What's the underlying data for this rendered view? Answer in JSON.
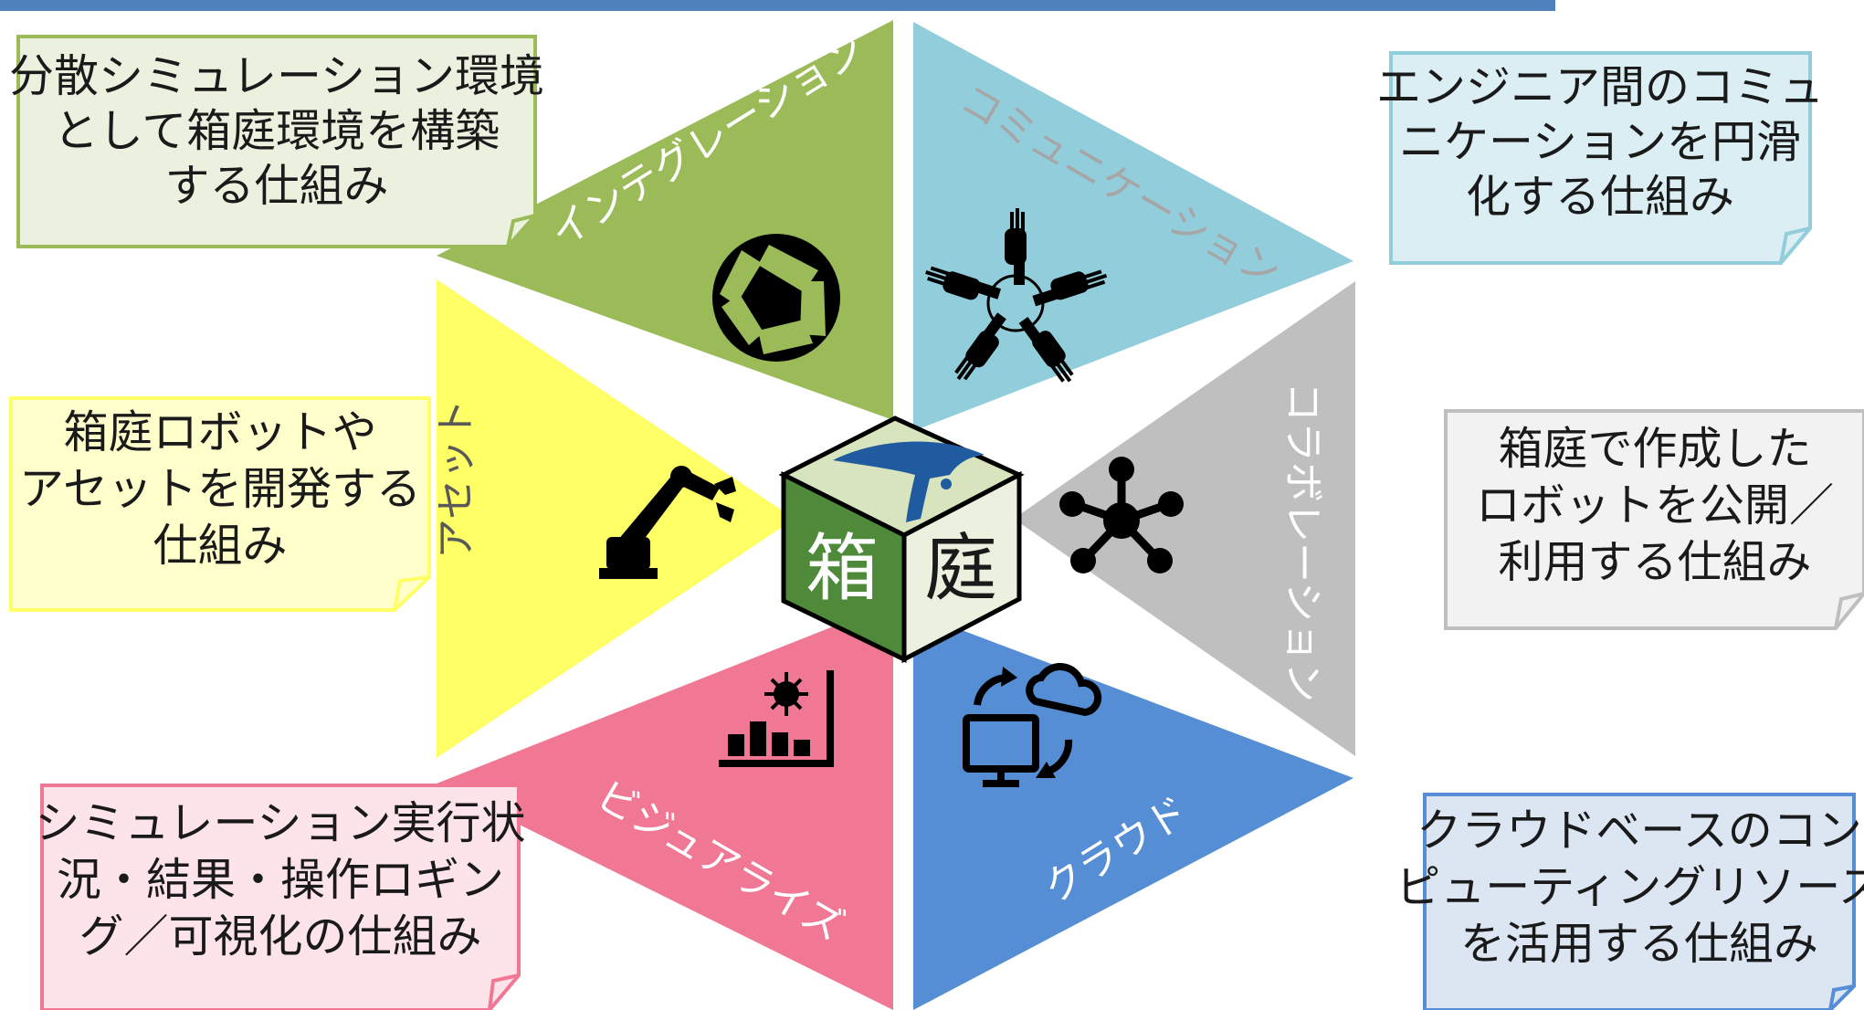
{
  "segments": {
    "integration": {
      "label": "インテグレーション",
      "color": "#9bbb59",
      "text_color": "#ffffff"
    },
    "communication": {
      "label": "コミュニケーション",
      "color": "#92cddc",
      "text_color": "#a6a6a6"
    },
    "collaboration": {
      "label": "コラボレーション",
      "color": "#bfbfbf",
      "text_color": "#ffffff"
    },
    "cloud": {
      "label": "クラウド",
      "color": "#558ed5",
      "text_color": "#ffffff"
    },
    "visualize": {
      "label": "ビジュアライズ",
      "color": "#f07894",
      "text_color": "#ffffff"
    },
    "asset": {
      "label": "アセット",
      "color": "#ffff66",
      "text_color": "#595959"
    }
  },
  "icons": {
    "integration": "camera-shutter-icon",
    "communication": "teamwork-hands-icon",
    "collaboration": "network-hub-icon",
    "cloud": "cloud-sync-computer-icon",
    "visualize": "virus-bar-chart-icon",
    "asset": "robot-arm-icon"
  },
  "center": {
    "char_left": "箱",
    "char_right": "庭",
    "logo": "T-logo"
  },
  "notes": {
    "integration": {
      "lines": [
        "分散シミュレーション環境",
        "として箱庭環境を構築",
        "する仕組み"
      ],
      "bg": "#ebf1de",
      "border": "#9bbb59"
    },
    "communication": {
      "lines": [
        "エンジニア間のコミュ",
        "ニケーションを円滑",
        "化する仕組み"
      ],
      "bg": "#dbeef4",
      "border": "#92cddc"
    },
    "asset": {
      "lines": [
        "箱庭ロボットや",
        "アセットを開発する",
        "仕組み"
      ],
      "bg": "#ffffcc",
      "border": "#ffff66"
    },
    "collaboration": {
      "lines": [
        "箱庭で作成した",
        "ロボットを公開／",
        "利用する仕組み"
      ],
      "bg": "#f2f2f2",
      "border": "#bfbfbf"
    },
    "visualize": {
      "lines": [
        "シミュレーション実行状",
        "況・結果・操作ロギン",
        "グ／可視化の仕組み"
      ],
      "bg": "#fce4ea",
      "border": "#f07894"
    },
    "cloud": {
      "lines": [
        "クラウドベースのコン",
        "ピューティングリソース",
        "を活用する仕組み"
      ],
      "bg": "#dce6f2",
      "border": "#558ed5"
    }
  },
  "top_bar_color": "#4f81bd"
}
